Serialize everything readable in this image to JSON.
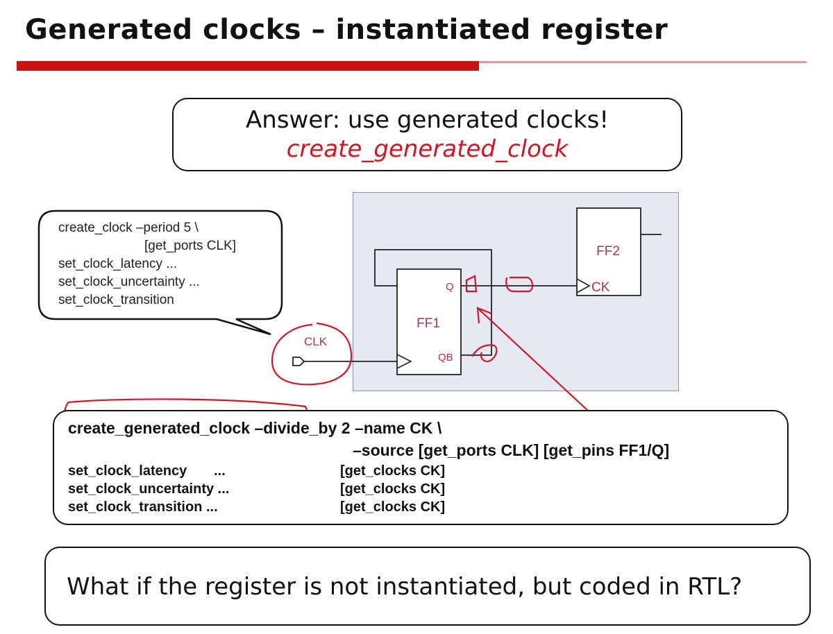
{
  "slide": {
    "title": "Generated clocks – instantiated register"
  },
  "answer": {
    "line": "Answer: use generated clocks!",
    "command": "create_generated_clock"
  },
  "callout": {
    "lines": [
      "create_clock –period 5 \\",
      "[get_ports CLK]",
      "set_clock_latency ...",
      "set_clock_uncertainty ...",
      "set_clock_transition"
    ]
  },
  "circuit": {
    "ff1_label": "FF1",
    "ff2_label": "FF2",
    "q_label": "Q",
    "qb_label": "QB",
    "ck_label": "CK",
    "clk_label": "CLK"
  },
  "code": {
    "cmd": "create_generated_clock",
    "line1_rest": " –divide_by 2 –name CK \\",
    "line2": "–source [get_ports CLK] [get_pins FF1/Q]",
    "rows": [
      {
        "left": "set_clock_latency       ...",
        "right": "[get_clocks CK]"
      },
      {
        "left": "set_clock_uncertainty ...",
        "right": "[get_clocks CK]"
      },
      {
        "left": "set_clock_transition ...",
        "right": "[get_clocks CK]"
      }
    ]
  },
  "question": {
    "text": "What if the register is not instantiated, but coded in RTL?"
  },
  "colors": {
    "accent_red": "#cc1111",
    "annotation_red": "#dd1122",
    "pin_label": "#b0305a",
    "panel_bg": "#e4e9f3"
  }
}
